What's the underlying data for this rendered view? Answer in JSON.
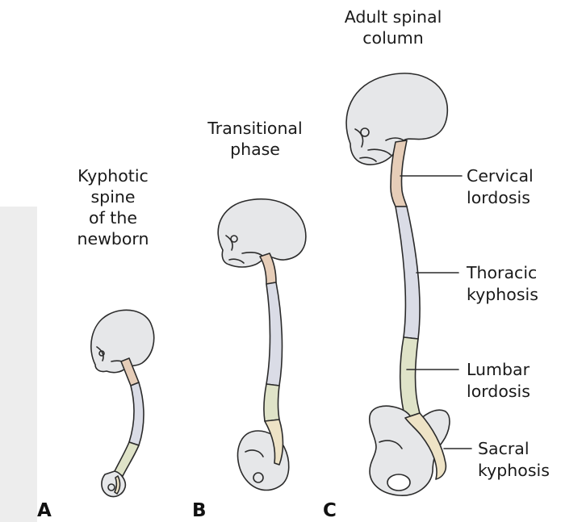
{
  "panels": [
    {
      "letter": "A",
      "caption": "Kyphotic\nspine\nof the\nnewborn"
    },
    {
      "letter": "B",
      "caption": "Transitional\nphase"
    },
    {
      "letter": "C",
      "caption": "Adult spinal\ncolumn"
    }
  ],
  "labels": {
    "cervical": "Cervical\nlordosis",
    "thoracic": "Thoracic\nkyphosis",
    "lumbar": "Lumbar\nlordosis",
    "sacral": "Sacral\nkyphosis"
  },
  "colors": {
    "bone": "#e6e7e9",
    "outline": "#2b2b2b",
    "cervical": "#e6cdb8",
    "thoracic": "#dadce6",
    "lumbar": "#dfe3c8",
    "sacral": "#eee3c6",
    "sidebar": "#ededed"
  }
}
